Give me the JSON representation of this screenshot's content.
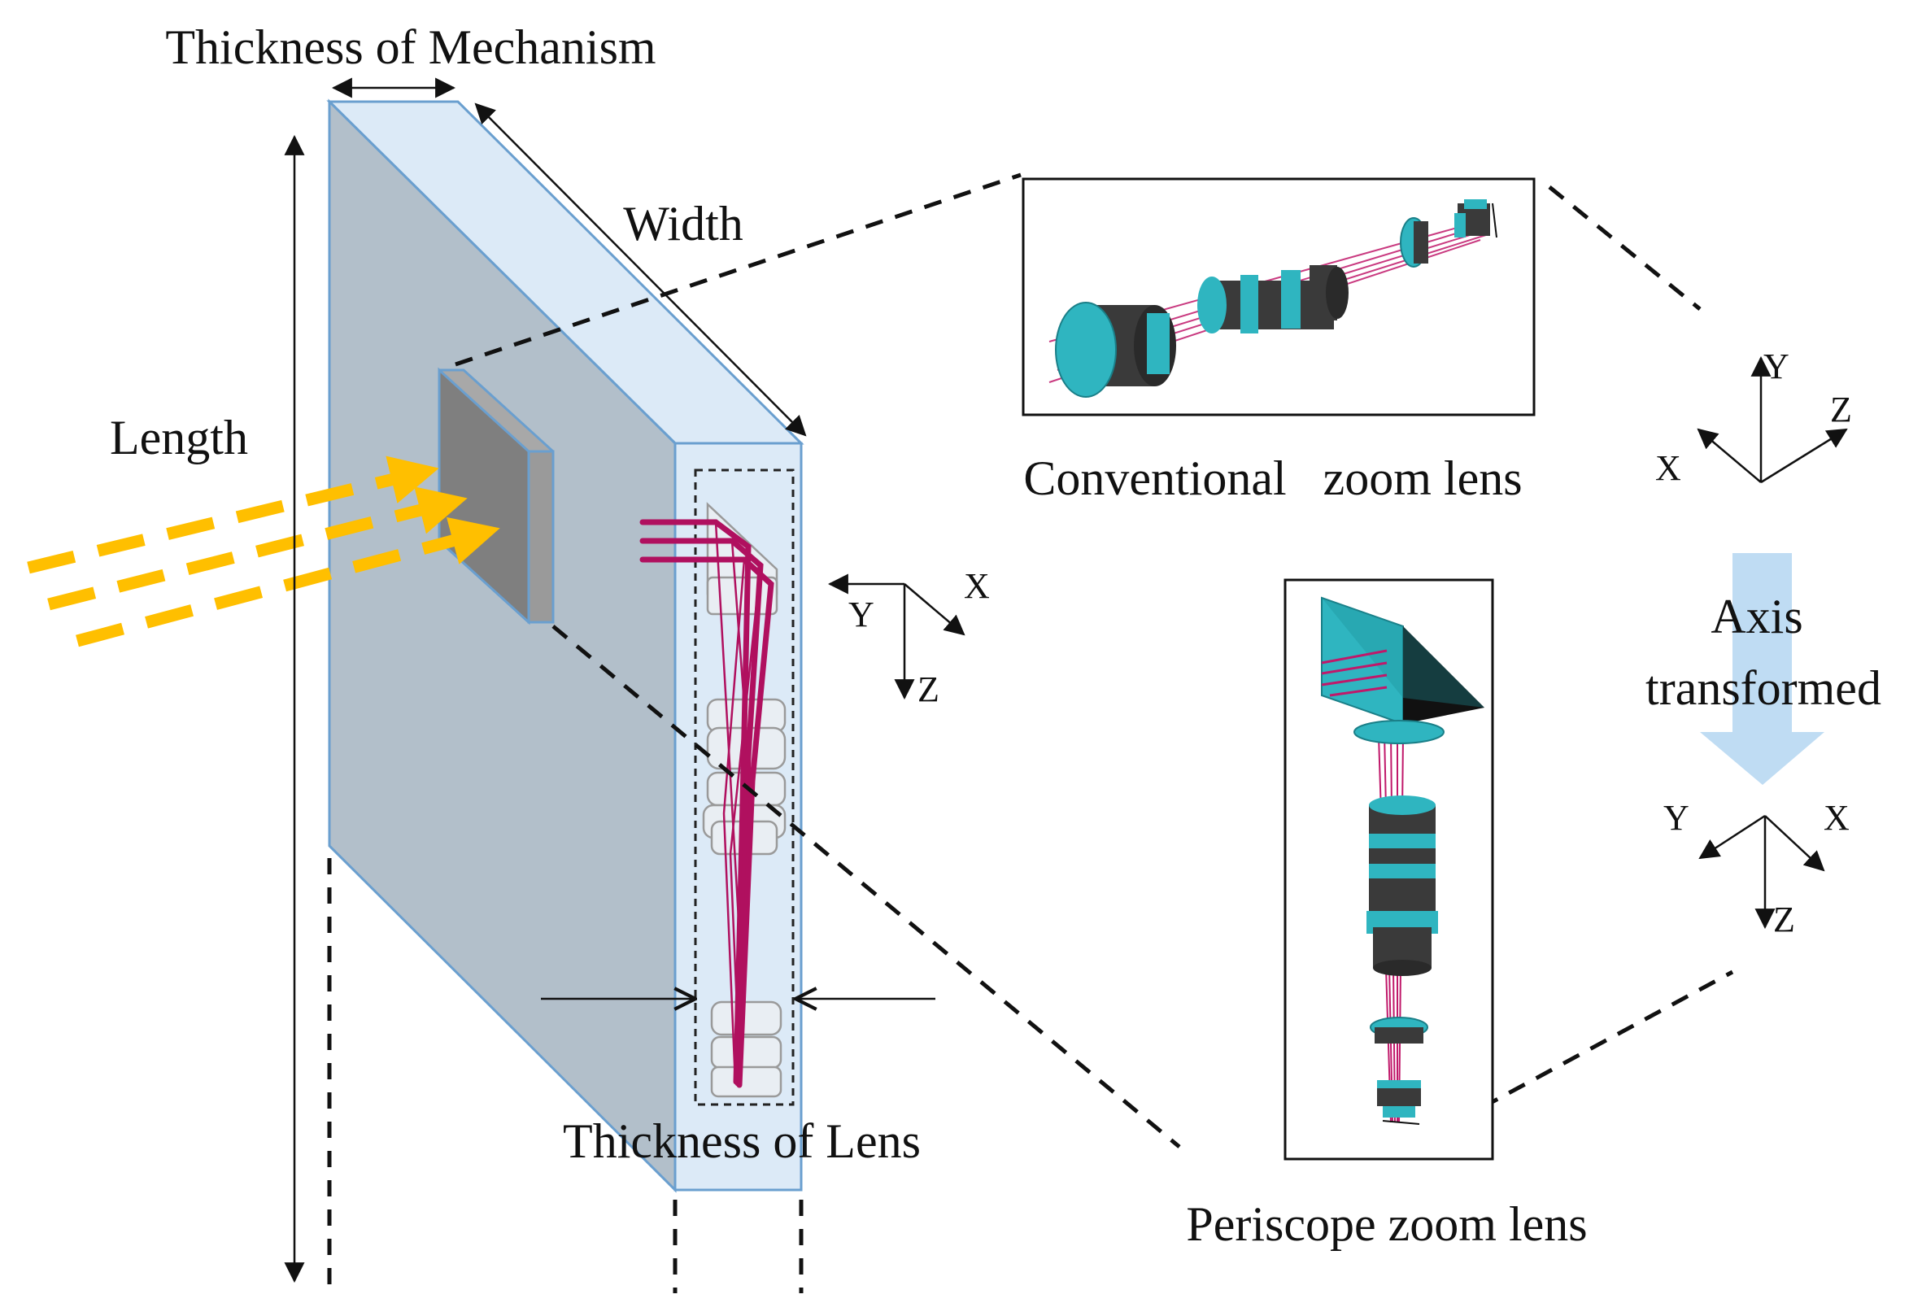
{
  "labels": {
    "thickness_mechanism": "Thickness of Mechanism",
    "width": "Width",
    "length": "Length",
    "thickness_lens": "Thickness of Lens",
    "conventional": "Conventional   zoom lens",
    "periscope": "Periscope zoom lens",
    "axis_line1": "Axis",
    "axis_line2": "transformed"
  },
  "axes": {
    "device": {
      "x": "X",
      "y": "Y",
      "z": "Z"
    },
    "conventional": {
      "x": "X",
      "y": "Y",
      "z": "Z"
    },
    "periscope": {
      "x": "X",
      "y": "Y",
      "z": "Z"
    }
  },
  "colors": {
    "device_front": "#b2bfca",
    "device_side": "#dceaf7",
    "device_edge": "#6a9fcf",
    "light_rays": "#ffbf00",
    "lens_teal": "#2fb5c0",
    "lens_dark": "#3a3a3a",
    "ray_magenta": "#b0105f",
    "transform_arrow": "#bfdcf3"
  }
}
